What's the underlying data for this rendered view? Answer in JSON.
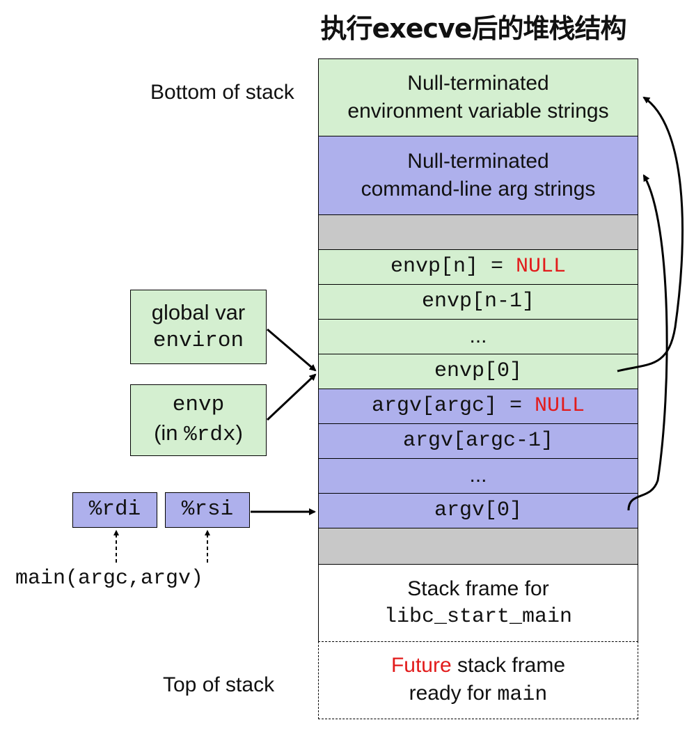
{
  "title": "执行execve后的堆栈结构",
  "labels": {
    "bottom": "Bottom of stack",
    "top": "Top of stack"
  },
  "stack": {
    "env_strings_1": "Null-terminated",
    "env_strings_2": "environment variable strings",
    "arg_strings_1": "Null-terminated",
    "arg_strings_2": "command-line arg strings",
    "envp_n": "envp[n] = ",
    "null": "NULL",
    "envp_n1": "envp[n-1]",
    "ellipsis": "...",
    "envp_0": "envp[0]",
    "argv_argc": "argv[argc] = ",
    "argv_argc1": "argv[argc-1]",
    "argv_0": "argv[0]",
    "libc_1": "Stack frame for",
    "libc_2": "libc_start_main",
    "future_red": "Future",
    "future_rest": " stack frame",
    "ready_for": "ready for ",
    "main": "main"
  },
  "boxes": {
    "global_var": "global var",
    "environ": "environ",
    "envp": "envp",
    "in_open": "(in ",
    "rdx": "%rdx",
    "in_close": ")",
    "rdi": "%rdi",
    "rsi": "%rsi",
    "main_call": "main(argc,argv)"
  },
  "colors": {
    "green": "#d4efd0",
    "blue": "#aeb0ec",
    "gray": "#c8c8c8",
    "null_red": "#e21b1b"
  }
}
